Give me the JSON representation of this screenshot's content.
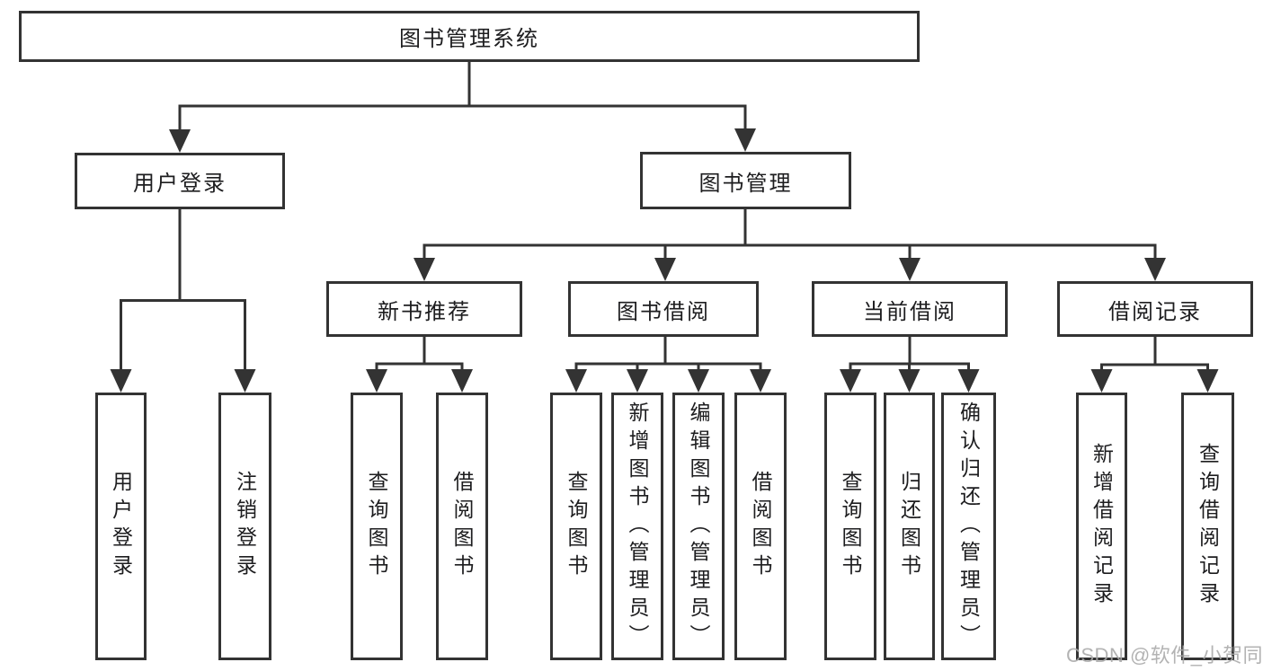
{
  "diagram": {
    "type": "tree",
    "background_color": "#ffffff",
    "line_color": "#333333",
    "box_border_color": "#333333",
    "text_color": "#1d1d1f",
    "watermark": {
      "text": "CSDN @软件_小贺同学",
      "color": "#a9a9a9"
    },
    "tree": {
      "label": "图书管理系统",
      "children": [
        {
          "label": "用户登录",
          "children": [
            {
              "label": "用户登录"
            },
            {
              "label": "注销登录"
            }
          ]
        },
        {
          "label": "图书管理",
          "children": [
            {
              "label": "新书推荐",
              "children": [
                {
                  "label": "查询图书"
                },
                {
                  "label": "借阅图书"
                }
              ]
            },
            {
              "label": "图书借阅",
              "children": [
                {
                  "label": "查询图书"
                },
                {
                  "label": "新增图书（管理员）"
                },
                {
                  "label": "编辑图书（管理员）"
                },
                {
                  "label": "借阅图书"
                }
              ]
            },
            {
              "label": "当前借阅",
              "children": [
                {
                  "label": "查询图书"
                },
                {
                  "label": "归还图书"
                },
                {
                  "label": "确认归还（管理员）"
                }
              ]
            },
            {
              "label": "借阅记录",
              "children": [
                {
                  "label": "新增借阅记录"
                },
                {
                  "label": "查询借阅记录"
                }
              ]
            }
          ]
        }
      ]
    }
  }
}
